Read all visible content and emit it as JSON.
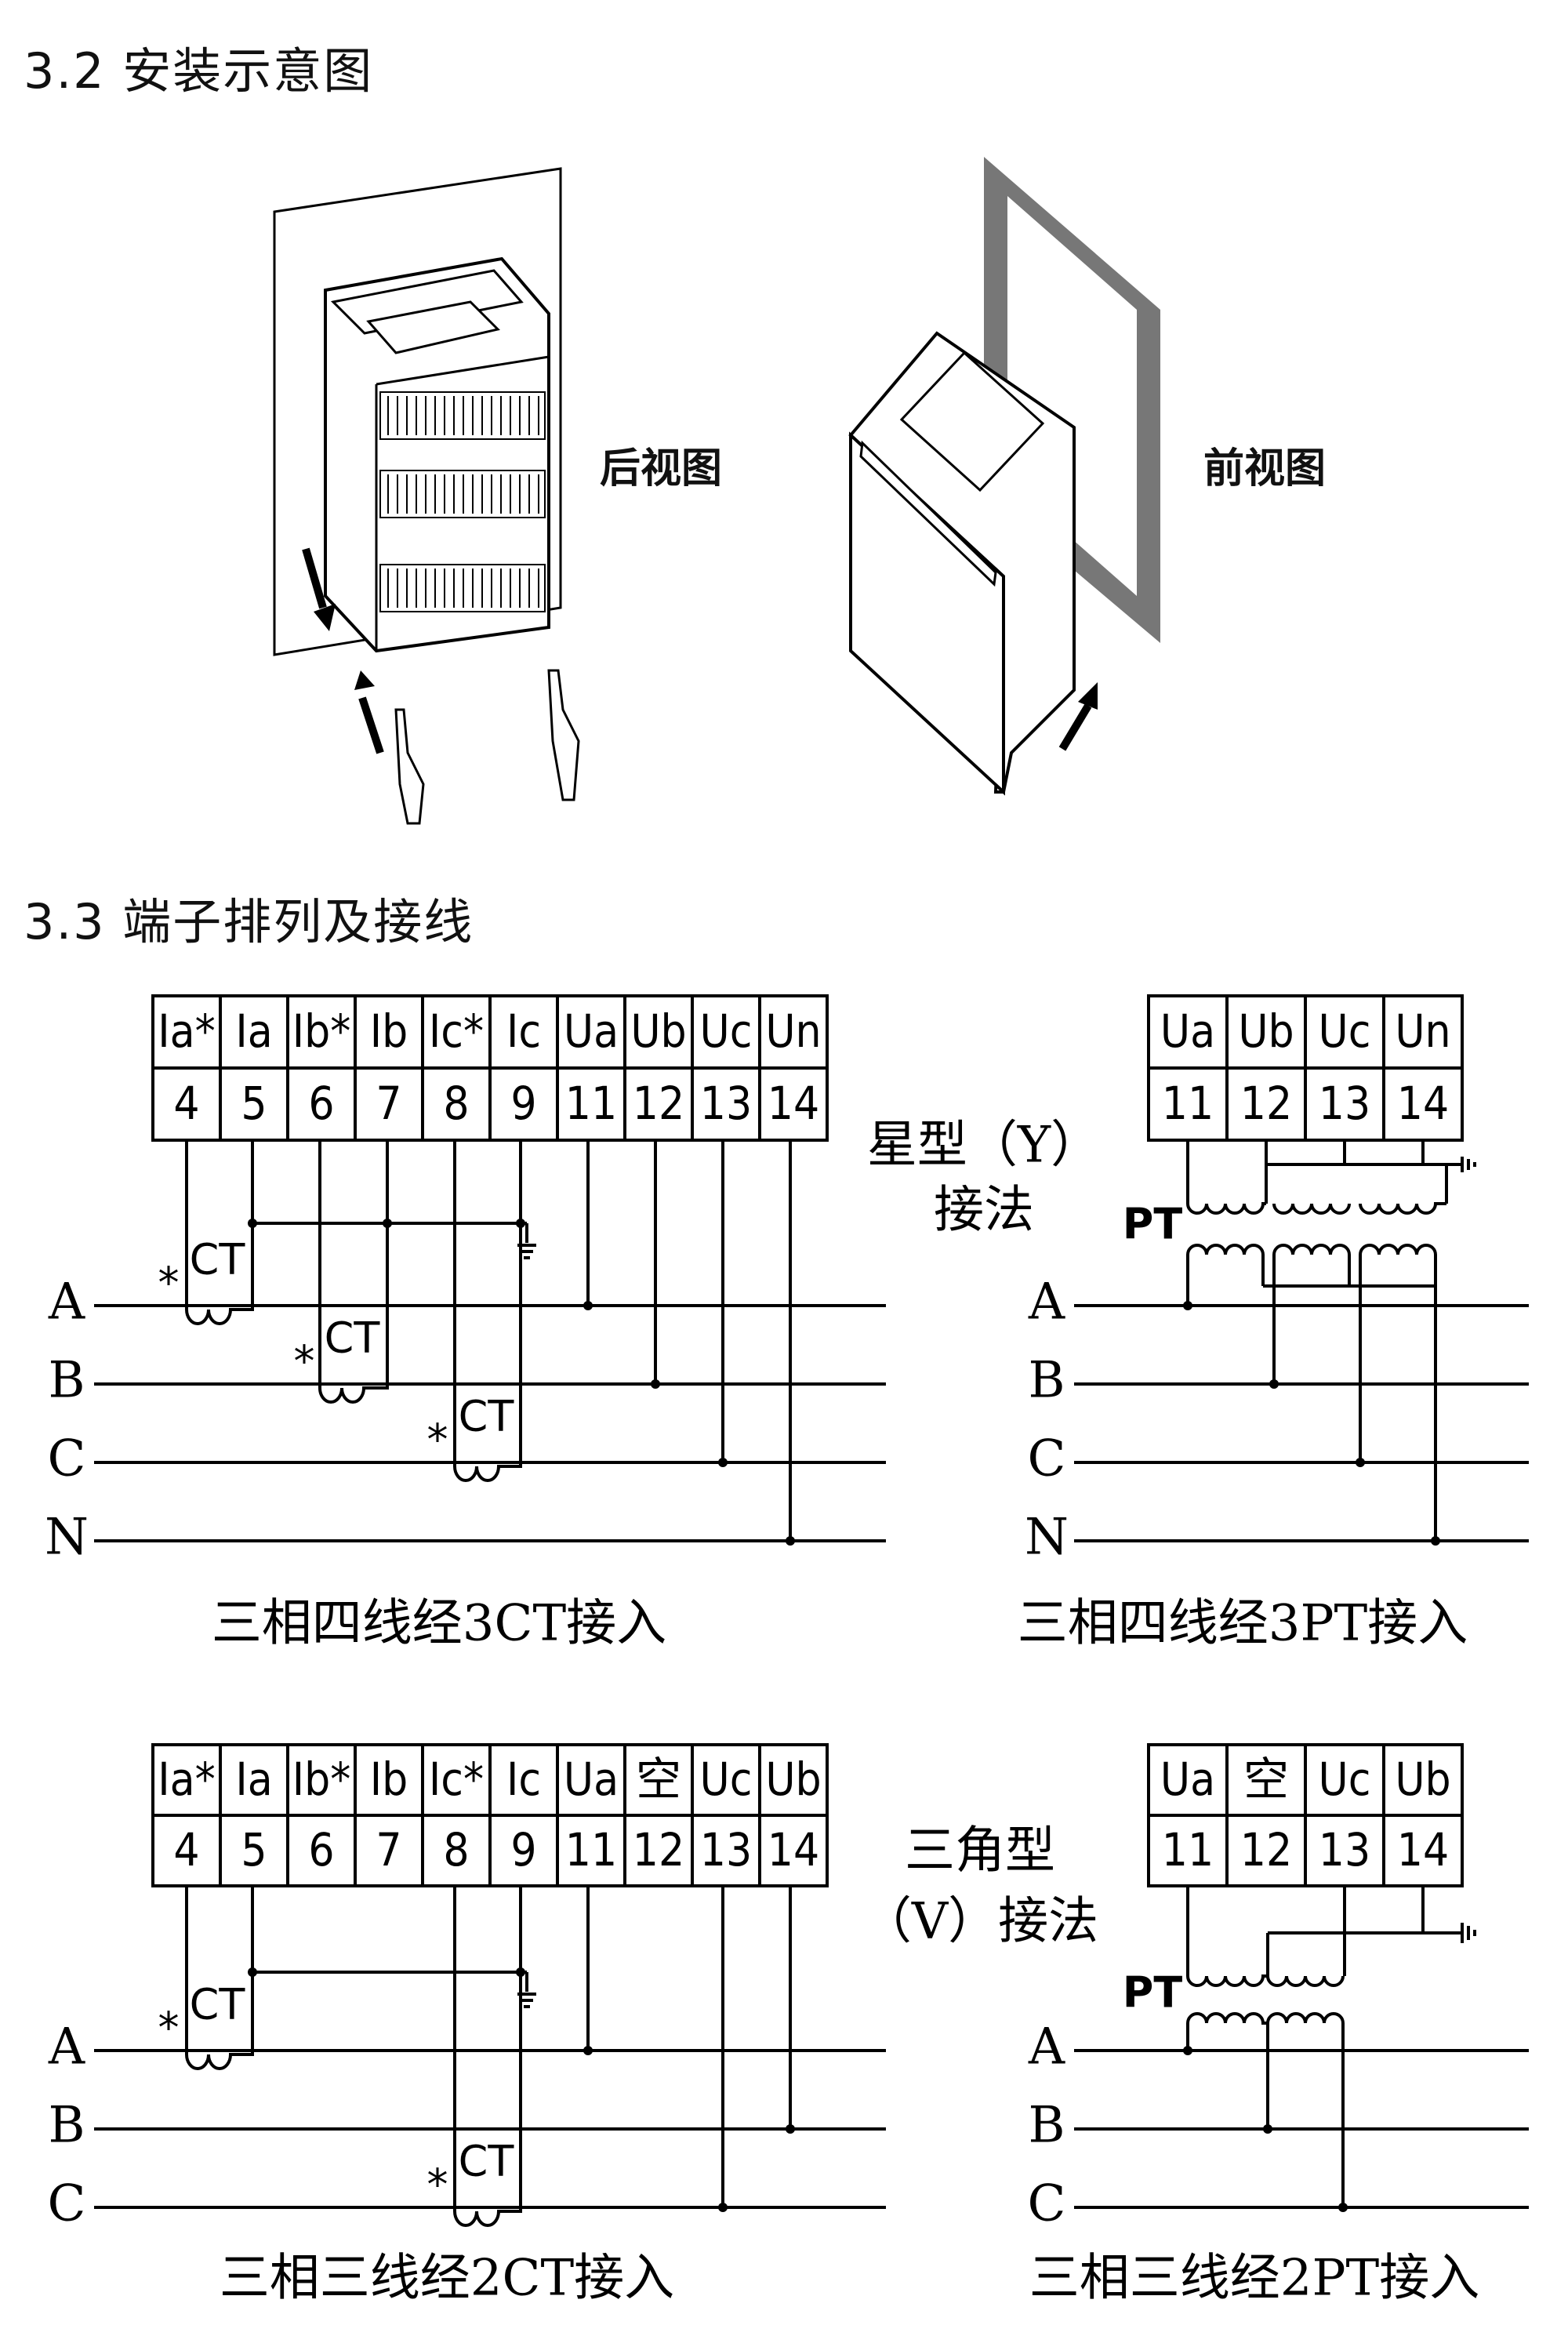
{
  "sections": {
    "install_title": "3.2  安装示意图",
    "terminal_title": "3.3  端子排列及接线"
  },
  "views": {
    "rear": "后视图",
    "front": "前视图"
  },
  "terminals_3ct": {
    "names": [
      "Ia*",
      "Ia",
      "Ib*",
      "Ib",
      "Ic*",
      "Ic",
      "Ua",
      "Ub",
      "Uc",
      "Un"
    ],
    "numbers": [
      "4",
      "5",
      "6",
      "7",
      "8",
      "9",
      "11",
      "12",
      "13",
      "14"
    ]
  },
  "terminals_3pt": {
    "names": [
      "Ua",
      "Ub",
      "Uc",
      "Un"
    ],
    "numbers": [
      "11",
      "12",
      "13",
      "14"
    ]
  },
  "terminals_2ct": {
    "names": [
      "Ia*",
      "Ia",
      "Ib*",
      "Ib",
      "Ic*",
      "Ic",
      "Ua",
      "空",
      "Uc",
      "Ub"
    ],
    "numbers": [
      "4",
      "5",
      "6",
      "7",
      "8",
      "9",
      "11",
      "12",
      "13",
      "14"
    ]
  },
  "terminals_2pt": {
    "names": [
      "Ua",
      "空",
      "Uc",
      "Ub"
    ],
    "numbers": [
      "11",
      "12",
      "13",
      "14"
    ]
  },
  "phases_4wire": [
    "A",
    "B",
    "C",
    "N"
  ],
  "phases_3wire": [
    "A",
    "B",
    "C"
  ],
  "ct_label": "CT",
  "pt_label": "PT",
  "star_mark": "*",
  "star_conn": {
    "line1": "星型（Y）",
    "line2": "接法"
  },
  "delta_conn": {
    "line1": "三角型",
    "line2": "（V）接法"
  },
  "captions": {
    "c3ct": "三相四线经3CT接入",
    "c3pt": "三相四线经3PT接入",
    "c2ct": "三相三线经2CT接入",
    "c2pt": "三相三线经2PT接入"
  }
}
